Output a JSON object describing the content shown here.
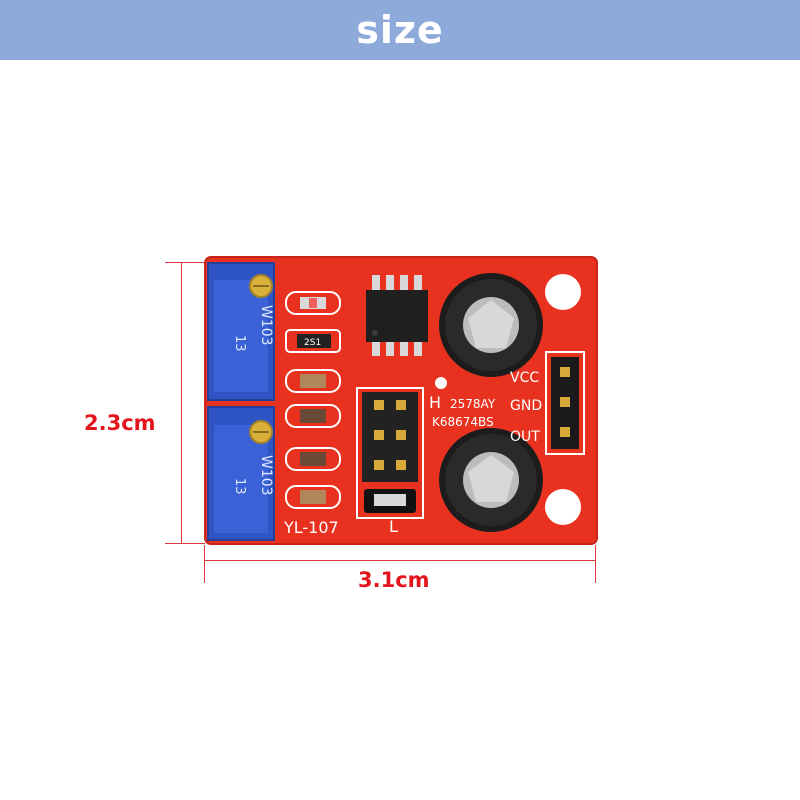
{
  "banner": {
    "title": "size"
  },
  "dimensions": {
    "height_label": "2.3cm",
    "width_label": "3.1cm"
  },
  "board": {
    "silkscreen_model": "YL-107",
    "label_h": "H",
    "label_l": "L",
    "chip_text_1": "2578AY",
    "chip_text_2": "K68674BS",
    "pin_vcc": "VCC",
    "pin_gnd": "GND",
    "pin_out": "OUT",
    "pot_code_top": "W103",
    "pot_code_bottom": "W103",
    "pot_num_top": "13",
    "pot_num_bottom": "13",
    "diode_text": "2S1"
  },
  "colors": {
    "banner": "#8eaadb",
    "dimension_text": "#e3141c",
    "dimension_line": "#d9363e",
    "pcb": "#e8321f",
    "potentiometer": "#2f55c4"
  }
}
